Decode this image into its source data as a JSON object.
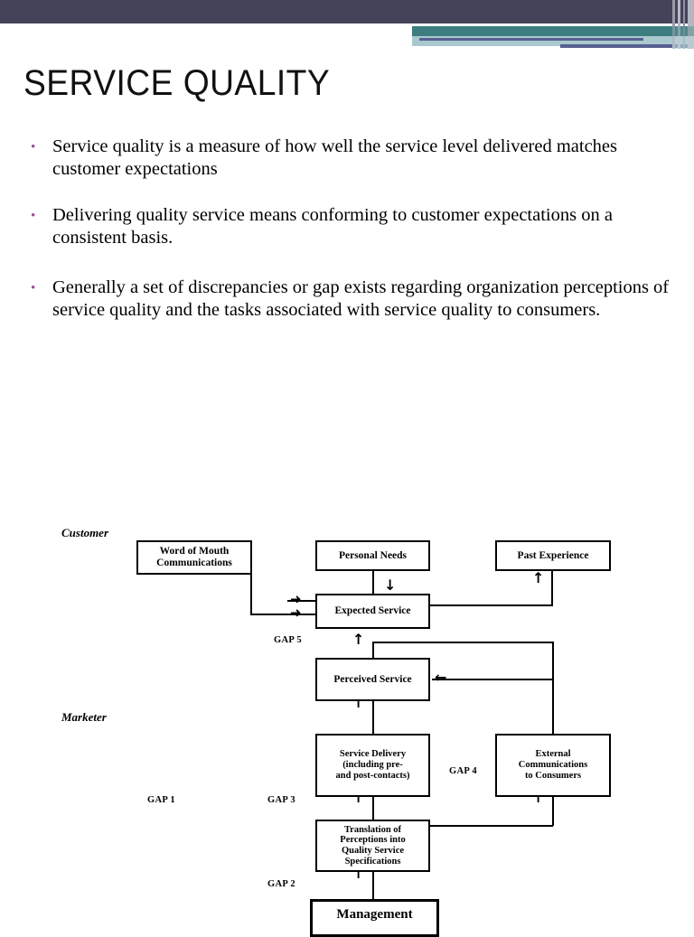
{
  "slide": {
    "title": "SERVICE QUALITY",
    "bullet_marker": "•",
    "bullets": [
      "Service quality is a measure of how well the service level delivered matches customer expectations",
      "Delivering quality service means conforming to customer expectations on a consistent basis.",
      "Generally a set of discrepancies or gap exists regarding organization perceptions of service quality and the tasks associated with service quality to consumers."
    ]
  },
  "theme": {
    "band_dark": "#434359",
    "band_teal": "#3d7d80",
    "band_light_blue": "#a9c9ce",
    "stripe_blue": "#586090",
    "bullet_color": "#9a4d95"
  },
  "diagram": {
    "section_labels": {
      "customer": "Customer",
      "marketer": "Marketer"
    },
    "boxes": {
      "word_of_mouth": "Word of Mouth Communications",
      "personal_needs": "Personal Needs",
      "past_experience": "Past Experience",
      "expected_service": "Expected Service",
      "perceived_service": "Perceived Service",
      "service_delivery_l1": "Service Delivery",
      "service_delivery_l2": "(including pre-",
      "service_delivery_l3": "and post-contacts)",
      "external_comm_l1": "External",
      "external_comm_l2": "Communications",
      "external_comm_l3": "to Consumers",
      "translation_l1": "Translation of",
      "translation_l2": "Perceptions into",
      "translation_l3": "Quality Service",
      "translation_l4": "Specifications",
      "management": "Management"
    },
    "gaps": {
      "gap1": "GAP 1",
      "gap2": "GAP 2",
      "gap3": "GAP 3",
      "gap4": "GAP 4",
      "gap5": "GAP 5"
    },
    "arrow_glyphs": {
      "right": "➜",
      "up": "↑",
      "down": "↓",
      "left": "←"
    }
  }
}
